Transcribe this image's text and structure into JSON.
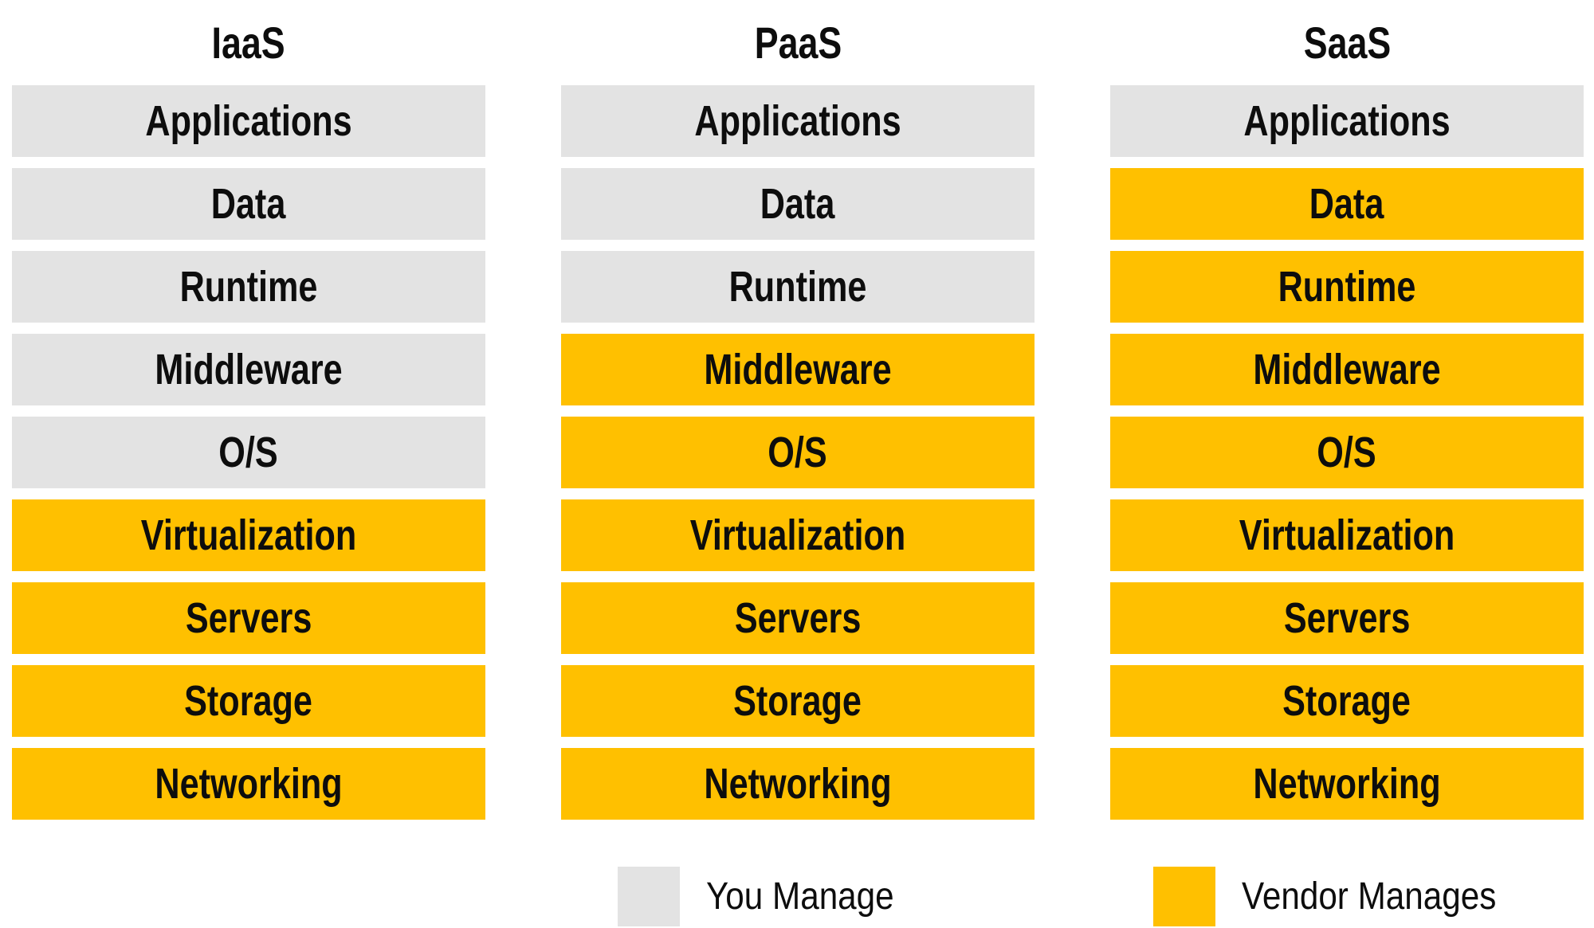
{
  "colors": {
    "you_manage_fill": "#E3E3E3",
    "vendor_manages_fill": "#FFC000",
    "text": "#0D0D0D",
    "background": "#FFFFFF"
  },
  "diagram": {
    "columns": [
      {
        "title": "IaaS",
        "rows": [
          {
            "label": "Applications",
            "managed_by": "you"
          },
          {
            "label": "Data",
            "managed_by": "you"
          },
          {
            "label": "Runtime",
            "managed_by": "you"
          },
          {
            "label": "Middleware",
            "managed_by": "you"
          },
          {
            "label": "O/S",
            "managed_by": "you"
          },
          {
            "label": "Virtualization",
            "managed_by": "vendor"
          },
          {
            "label": "Servers",
            "managed_by": "vendor"
          },
          {
            "label": "Storage",
            "managed_by": "vendor"
          },
          {
            "label": "Networking",
            "managed_by": "vendor"
          }
        ]
      },
      {
        "title": "PaaS",
        "rows": [
          {
            "label": "Applications",
            "managed_by": "you"
          },
          {
            "label": "Data",
            "managed_by": "you"
          },
          {
            "label": "Runtime",
            "managed_by": "you"
          },
          {
            "label": "Middleware",
            "managed_by": "vendor"
          },
          {
            "label": "O/S",
            "managed_by": "vendor"
          },
          {
            "label": "Virtualization",
            "managed_by": "vendor"
          },
          {
            "label": "Servers",
            "managed_by": "vendor"
          },
          {
            "label": "Storage",
            "managed_by": "vendor"
          },
          {
            "label": "Networking",
            "managed_by": "vendor"
          }
        ]
      },
      {
        "title": "SaaS",
        "rows": [
          {
            "label": "Applications",
            "managed_by": "you"
          },
          {
            "label": "Data",
            "managed_by": "vendor"
          },
          {
            "label": "Runtime",
            "managed_by": "vendor"
          },
          {
            "label": "Middleware",
            "managed_by": "vendor"
          },
          {
            "label": "O/S",
            "managed_by": "vendor"
          },
          {
            "label": "Virtualization",
            "managed_by": "vendor"
          },
          {
            "label": "Servers",
            "managed_by": "vendor"
          },
          {
            "label": "Storage",
            "managed_by": "vendor"
          },
          {
            "label": "Networking",
            "managed_by": "vendor"
          }
        ]
      }
    ]
  },
  "legend": {
    "items": [
      {
        "key": "you",
        "label": "You Manage"
      },
      {
        "key": "vendor",
        "label": "Vendor Manages"
      }
    ]
  }
}
